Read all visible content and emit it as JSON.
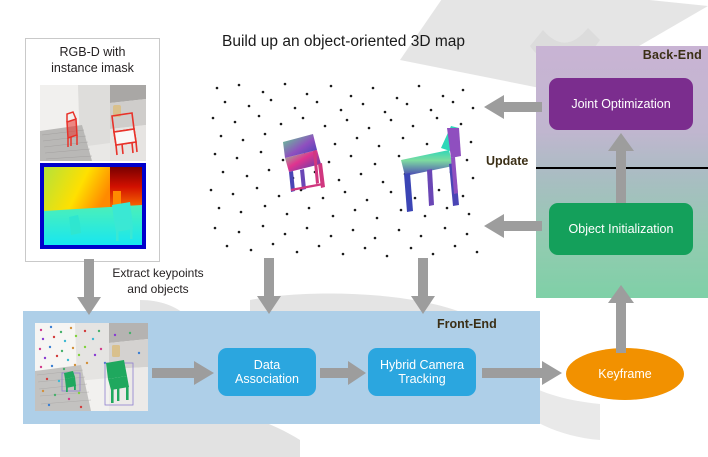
{
  "title": "Build up an object-oriented 3D map",
  "panels": {
    "backend": {
      "label": "Back-End",
      "accent": "#7B2D8E"
    },
    "frontend": {
      "label": "Front-End",
      "accent": "#2BA6DF"
    }
  },
  "boxes": {
    "joint_optimization": {
      "label": "Joint Optimization",
      "color": "#7B2D8E"
    },
    "object_initialization": {
      "label": "Object Initialization",
      "color": "#14A05B"
    },
    "data_association": {
      "label": "Data\nAssociation",
      "line1": "Data",
      "line2": "Association",
      "color": "#2BA6DF"
    },
    "hybrid_camera_tracking": {
      "line1": "Hybrid Camera",
      "line2": "Tracking",
      "color": "#2BA6DF"
    },
    "keyframe": {
      "label": "Keyframe",
      "color": "#F29100"
    }
  },
  "labels": {
    "update": "Update",
    "extract_line1": "Extract keypoints",
    "extract_line2": "and objects",
    "rgbd_line1": "RGB-D with",
    "rgbd_line2": "instance imask"
  },
  "icons": {
    "arrow_down_rgbd": "arrow-down-icon",
    "arrow_down_map_left": "arrow-down-icon",
    "arrow_down_map_right": "arrow-down-icon",
    "arrow_left_top": "arrow-left-icon",
    "arrow_left_bottom": "arrow-left-icon",
    "arrow_up_backend": "arrow-up-icon",
    "arrow_up_keyframe": "arrow-up-icon",
    "arrow_right_photo": "arrow-right-icon",
    "arrow_right_da": "arrow-right-icon",
    "arrow_right_hct": "arrow-right-icon"
  },
  "colors": {
    "arrow": "#9d9d9d",
    "frontend_panel": "#aecfe8",
    "backend_top": "#c9b4d4",
    "backend_bottom": "#7fd0a7",
    "watermark": "#e2e2e2"
  }
}
